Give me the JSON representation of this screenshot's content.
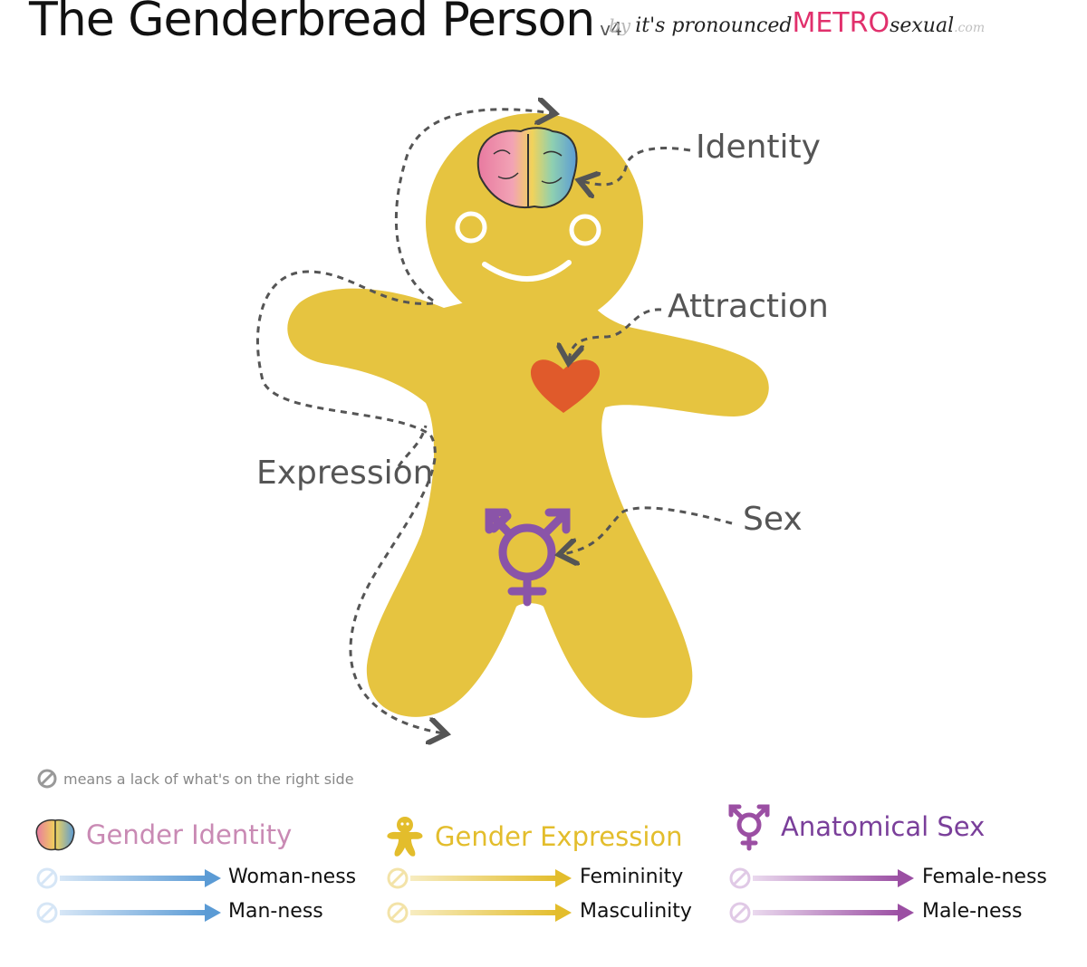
{
  "title": "The Genderbread Person",
  "version": "v4",
  "byline": {
    "by": "by",
    "prefix": "it's pronounced",
    "brand": "METRO",
    "suffix": "sexual",
    "tld": ".com"
  },
  "callouts": {
    "identity": "Identity",
    "attraction": "Attraction",
    "expression": "Expression",
    "sex": "Sex"
  },
  "note": "means a lack of what's on the right side",
  "legend": [
    {
      "heading": "Gender Identity",
      "color": "#5b9bd5",
      "icon": "brain-icon",
      "rows": [
        "Woman-ness",
        "Man-ness"
      ]
    },
    {
      "heading": "Gender Expression",
      "color": "#e3bd2c",
      "icon": "gingerbread-icon",
      "rows": [
        "Femininity",
        "Masculinity"
      ]
    },
    {
      "heading": "Anatomical Sex",
      "color": "#9b4fa3",
      "icon": "transgender-symbol-icon",
      "rows": [
        "Female-ness",
        "Male-ness"
      ]
    }
  ],
  "colors": {
    "body": "#e6c440",
    "heart": "#e05a2b",
    "symbol": "#8a54a8",
    "dash": "#555555"
  }
}
